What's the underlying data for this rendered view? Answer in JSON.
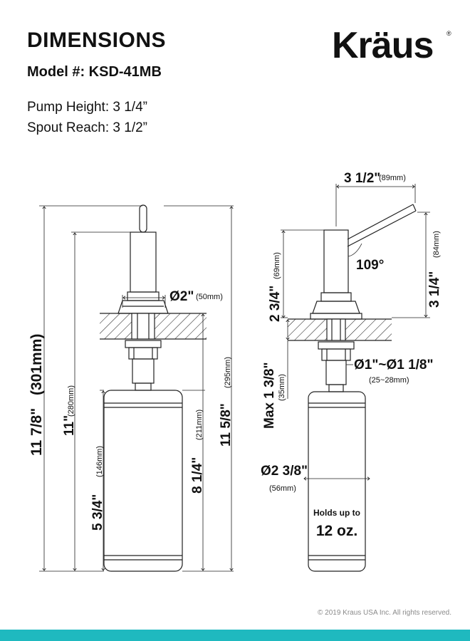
{
  "header": {
    "title": "DIMENSIONS",
    "model": "Model #: KSD-41MB",
    "pump_height": "Pump Height: 3 1/4”",
    "spout_reach": "Spout Reach: 3 1/2”"
  },
  "brand": {
    "name": "Kräus",
    "registered": "®"
  },
  "front_view": {
    "overall_height": "11 7/8\"",
    "overall_height_mm": "(301mm)",
    "height_11": "11\"",
    "height_11_mm": "(280mm)",
    "height_5_3_4": "5 3/4\"",
    "height_5_3_4_mm": "(146mm)",
    "height_8_1_4": "8 1/4\"",
    "height_8_1_4_mm": "(211mm)",
    "height_11_5_8": "11 5/8\"",
    "height_11_5_8_mm": "(295mm)",
    "flange_diameter": "Ø2\"",
    "flange_diameter_mm": "(50mm)"
  },
  "side_view": {
    "spout_reach": "3 1/2\"",
    "spout_reach_mm": "(89mm)",
    "above_deck": "2 3/4\"",
    "above_deck_mm": "(69mm)",
    "pump_height": "3 1/4\"",
    "pump_height_mm": "(84mm)",
    "angle": "109°",
    "max_deck": "Max 1 3/8\"",
    "max_deck_mm": "(35mm)",
    "hole_range": "Ø1\"~Ø1 1/8\"",
    "hole_range_mm": "(25~28mm)",
    "bottle_diameter": "Ø2 3/8\"",
    "bottle_diameter_mm": "(56mm)",
    "capacity_label": "Holds up to",
    "capacity_value": "12 oz."
  },
  "footer": {
    "copyright": "© 2019 Kraus USA Inc. All rights reserved.",
    "accent_color": "#1fb9bf"
  }
}
